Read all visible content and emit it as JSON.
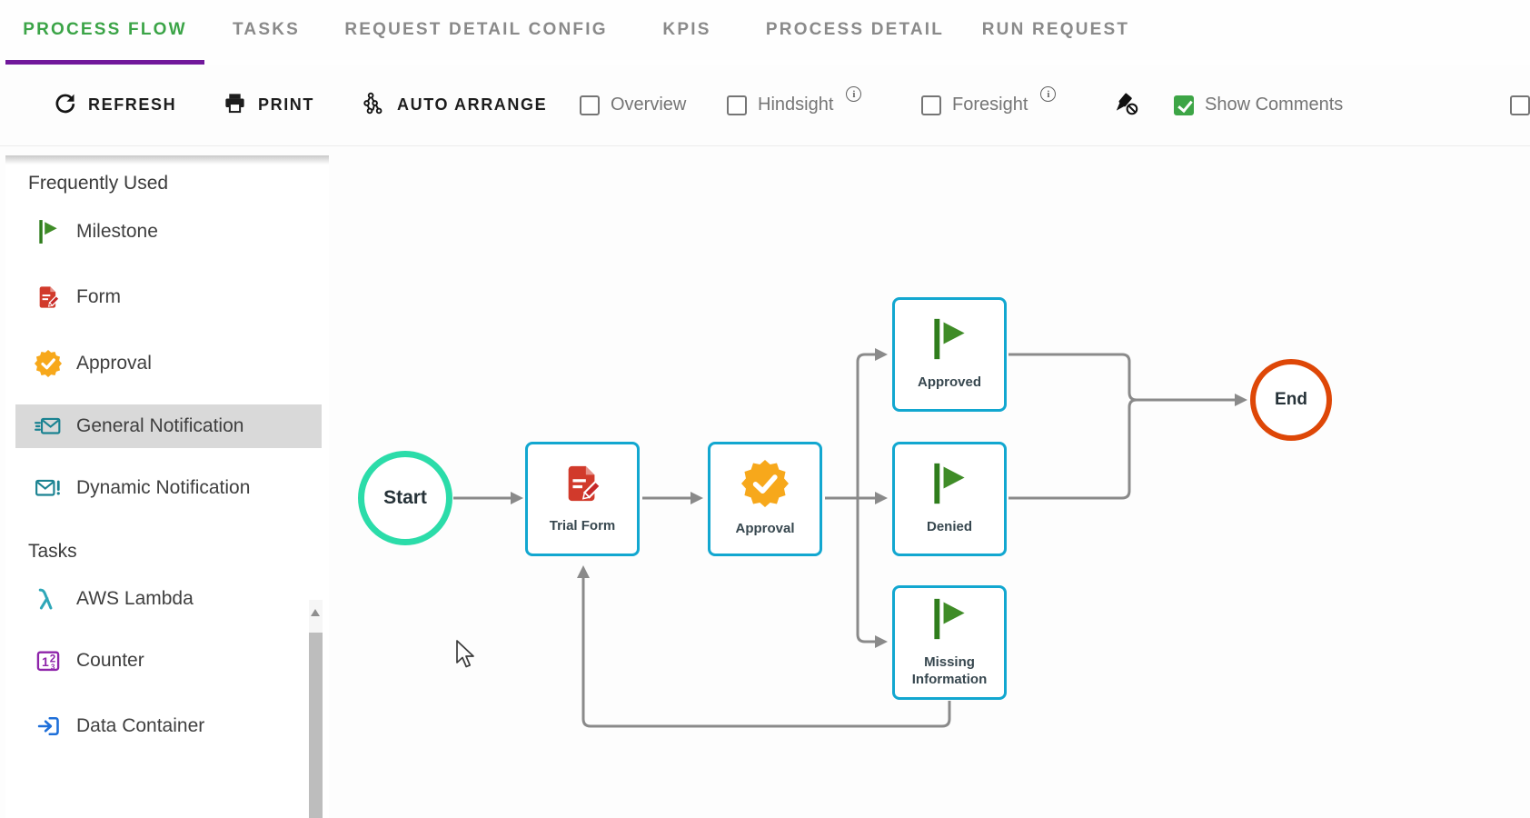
{
  "tabs": {
    "items": [
      {
        "label": "PROCESS FLOW",
        "active": true
      },
      {
        "label": "TASKS",
        "active": false
      },
      {
        "label": "REQUEST DETAIL CONFIG",
        "active": false
      },
      {
        "label": "KPIS",
        "active": false
      },
      {
        "label": "PROCESS DETAIL",
        "active": false
      },
      {
        "label": "RUN REQUEST",
        "active": false
      }
    ]
  },
  "toolbar": {
    "refresh_label": "REFRESH",
    "print_label": "PRINT",
    "auto_arrange_label": "AUTO ARRANGE",
    "checkboxes": [
      {
        "label": "Overview",
        "checked": false,
        "has_info": false
      },
      {
        "label": "Hindsight",
        "checked": false,
        "has_info": true
      },
      {
        "label": "Foresight",
        "checked": false,
        "has_info": true
      },
      {
        "label": "Show Comments",
        "checked": true,
        "has_info": false
      }
    ],
    "info_glyph": "i"
  },
  "sidebar": {
    "section_frequently_used": "Frequently Used",
    "frequently_used_items": [
      {
        "label": "Milestone",
        "icon": "flag-icon",
        "selected": false
      },
      {
        "label": "Form",
        "icon": "form-icon",
        "selected": false
      },
      {
        "label": "Approval",
        "icon": "approval-badge-icon",
        "selected": false
      },
      {
        "label": "General Notification",
        "icon": "general-notification-icon",
        "selected": true
      },
      {
        "label": "Dynamic Notification",
        "icon": "dynamic-notification-icon",
        "selected": false
      }
    ],
    "section_tasks": "Tasks",
    "tasks_items": [
      {
        "label": "AWS Lambda",
        "icon": "lambda-icon",
        "selected": false
      },
      {
        "label": "Counter",
        "icon": "counter-icon",
        "selected": false
      },
      {
        "label": "Data Container",
        "icon": "data-container-icon",
        "selected": false
      }
    ]
  },
  "flow": {
    "start": {
      "label": "Start"
    },
    "end": {
      "label": "End"
    },
    "nodes": [
      {
        "label": "Trial Form",
        "icon": "form-icon"
      },
      {
        "label": "Approval",
        "icon": "approval-badge-icon"
      },
      {
        "label": "Approved",
        "icon": "flag-icon"
      },
      {
        "label": "Denied",
        "icon": "flag-icon"
      },
      {
        "label": "Missing Information",
        "icon": "flag-icon"
      }
    ],
    "connections": [
      "Start → Trial Form",
      "Trial Form → Approval",
      "Approval → Approved",
      "Approval → Denied",
      "Approval → Missing Information",
      "Approved → End",
      "Denied → End",
      "Missing Information → Trial Form (loop back)"
    ]
  },
  "colors": {
    "active_tab_green": "#3ba447",
    "tab_underline_purple": "#71189b",
    "checked_checkbox_green": "#3da546",
    "node_border_cyan": "#12a7d0",
    "start_circle_teal": "#2bdca9",
    "end_circle_red": "#de4707",
    "edge_gray": "#8a8a8a",
    "flag_green": "#3f8c27",
    "form_red": "#d13a2b",
    "approval_orange": "#f7a81b",
    "notification_teal": "#1a8291",
    "counter_purple": "#8e24aa",
    "data_container_blue": "#1e6fd9",
    "selected_row_gray": "#d9d9d9"
  }
}
